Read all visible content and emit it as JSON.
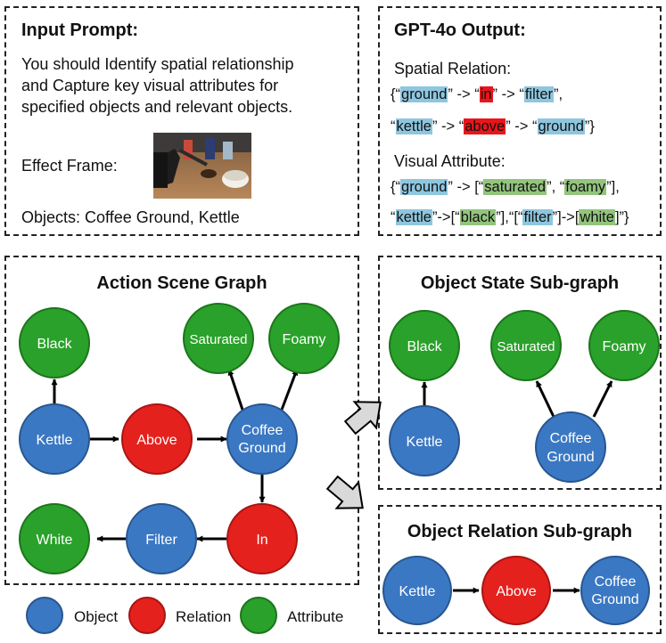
{
  "input_prompt": {
    "title": "Input Prompt:",
    "line1": "You should Identify spatial relationship",
    "line2": "and Capture key visual attributes for",
    "line3": "specified objects and relevant objects.",
    "effect_frame_label": "Effect Frame:",
    "objects_line": "Objects:  Coffee Ground, Kettle"
  },
  "gpt_output": {
    "title": "GPT-4o Output:",
    "spatial_label": "Spatial Relation:",
    "spatial_rows": [
      [
        {
          "t": "{“",
          "c": ""
        },
        {
          "t": "ground",
          "c": "b"
        },
        {
          "t": "” -> “",
          "c": ""
        },
        {
          "t": "in",
          "c": "r"
        },
        {
          "t": "” -> “",
          "c": ""
        },
        {
          "t": "filter",
          "c": "b"
        },
        {
          "t": "”,",
          "c": ""
        }
      ],
      [
        {
          "t": "“",
          "c": ""
        },
        {
          "t": "kettle",
          "c": "b"
        },
        {
          "t": "” -> “",
          "c": ""
        },
        {
          "t": "above",
          "c": "r"
        },
        {
          "t": "” -> “",
          "c": ""
        },
        {
          "t": "ground",
          "c": "b"
        },
        {
          "t": "”}",
          "c": ""
        }
      ]
    ],
    "visual_label": "Visual Attribute:",
    "visual_rows": [
      [
        {
          "t": "{“",
          "c": ""
        },
        {
          "t": "ground",
          "c": "b"
        },
        {
          "t": "” -> [“",
          "c": ""
        },
        {
          "t": "saturated",
          "c": "g"
        },
        {
          "t": "”, “",
          "c": ""
        },
        {
          "t": "foamy",
          "c": "g"
        },
        {
          "t": "”],",
          "c": ""
        }
      ],
      [
        {
          "t": "“",
          "c": ""
        },
        {
          "t": "kettle",
          "c": "b"
        },
        {
          "t": "”->[“",
          "c": ""
        },
        {
          "t": "black",
          "c": "g"
        },
        {
          "t": "”],“[“",
          "c": ""
        },
        {
          "t": "filter",
          "c": "b"
        },
        {
          "t": "”]->[",
          "c": ""
        },
        {
          "t": "white",
          "c": "g"
        },
        {
          "t": "]”}",
          "c": ""
        }
      ]
    ]
  },
  "colors": {
    "object": "#3b78c3",
    "object_stroke": "#27568f",
    "relation": "#e5211d",
    "relation_stroke": "#a81512",
    "attribute": "#2aa12a",
    "attribute_stroke": "#1c751c",
    "highlight_blue": "#8ec6df",
    "highlight_red": "#e8161b",
    "highlight_green": "#93c47d"
  },
  "action_scene_graph": {
    "title": "Action Scene Graph",
    "nodes": {
      "black": "Black",
      "saturated": "Saturated",
      "foamy": "Foamy",
      "kettle": "Kettle",
      "above": "Above",
      "coffee_ground_l1": "Coffee",
      "coffee_ground_l2": "Ground",
      "white": "White",
      "filter": "Filter",
      "in": "In"
    }
  },
  "object_state_subgraph": {
    "title": "Object State Sub-graph",
    "nodes": {
      "black": "Black",
      "saturated": "Saturated",
      "foamy": "Foamy",
      "kettle": "Kettle",
      "coffee_ground_l1": "Coffee",
      "coffee_ground_l2": "Ground"
    }
  },
  "object_relation_subgraph": {
    "title": "Object Relation Sub-graph",
    "nodes": {
      "kettle": "Kettle",
      "above": "Above",
      "coffee_ground_l1": "Coffee",
      "coffee_ground_l2": "Ground"
    }
  },
  "legend": {
    "object": "Object",
    "relation": "Relation",
    "attribute": "Attribute"
  }
}
